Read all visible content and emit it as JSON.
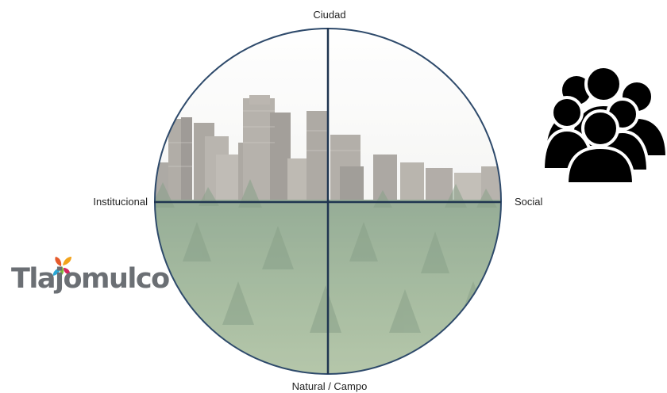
{
  "quadrant_diagram": {
    "axis_top": "Ciudad",
    "axis_bottom": "Natural / Campo",
    "axis_left": "Institucional",
    "axis_right": "Social",
    "circle_color": "#2e4a6b",
    "axis_color": "#1f3550"
  },
  "logo": {
    "text": "Tlajomulco",
    "colors": [
      "#e55a2b",
      "#f2a31b",
      "#2aa7d6",
      "#d7245f",
      "#7dbd3b"
    ]
  },
  "people_icon": {
    "name": "people-group-icon",
    "color": "#000000"
  }
}
